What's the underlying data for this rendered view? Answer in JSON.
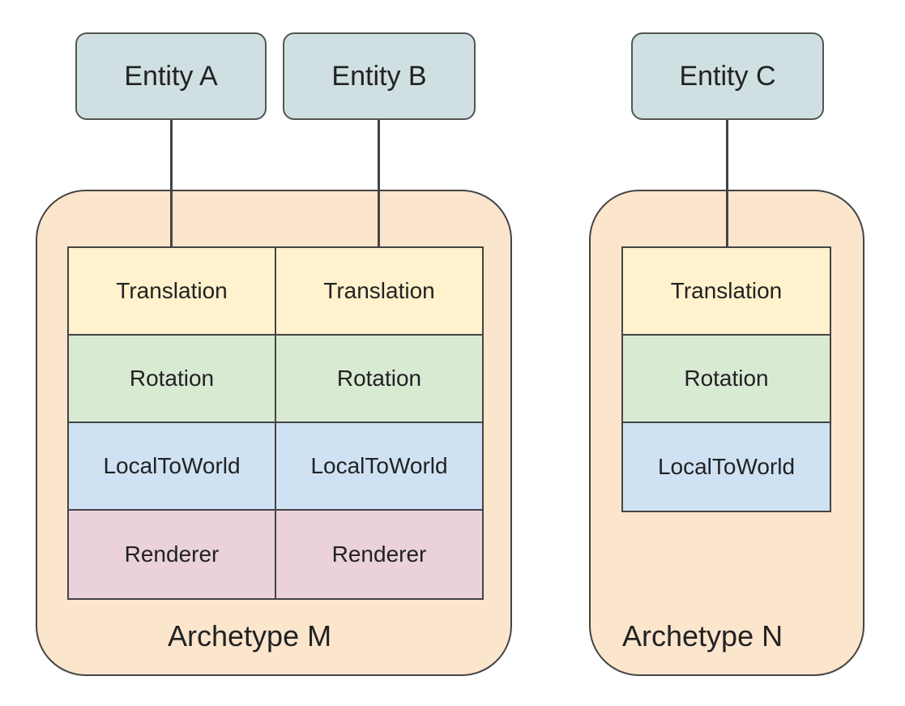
{
  "entities": [
    {
      "label": "Entity A"
    },
    {
      "label": "Entity B"
    },
    {
      "label": "Entity C"
    }
  ],
  "archetypes": [
    {
      "label": "Archetype M",
      "columns": [
        {
          "components": [
            "Translation",
            "Rotation",
            "LocalToWorld",
            "Renderer"
          ]
        },
        {
          "components": [
            "Translation",
            "Rotation",
            "LocalToWorld",
            "Renderer"
          ]
        }
      ]
    },
    {
      "label": "Archetype N",
      "columns": [
        {
          "components": [
            "Translation",
            "Rotation",
            "LocalToWorld"
          ]
        }
      ]
    }
  ],
  "colors": {
    "entity_fill": "#d0dfe2",
    "archetype_fill": "#fce5cd",
    "translation": "#fff2cc",
    "rotation": "#d9ead3",
    "local_to_world": "#cfe2f3",
    "renderer": "#ead1dc"
  }
}
